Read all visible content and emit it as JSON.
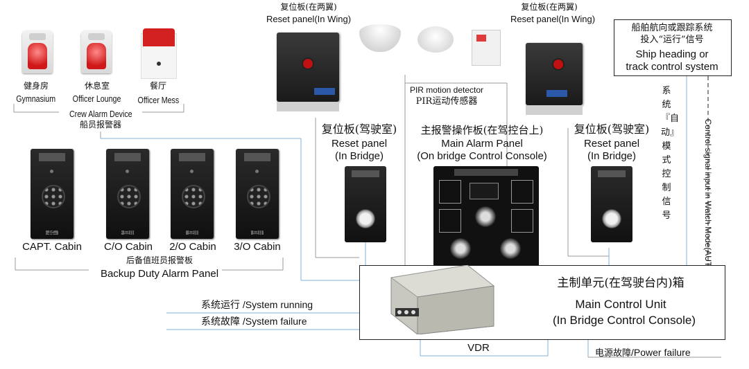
{
  "crew_alarm": {
    "gym_zh": "健身房",
    "gym_en": "Gymnasium",
    "lounge_zh": "休息室",
    "lounge_en": "Officer Lounge",
    "mess_zh": "餐厅",
    "mess_en": "Officer Mess",
    "group_en": "Crew Alarm Device",
    "group_zh": "船员报警器"
  },
  "backup_panels": {
    "capt_zh": "船长室",
    "capt_en": "CAPT. Cabin",
    "co_zh": "大副室",
    "co_en": "C/O Cabin",
    "o2_zh": "二副室",
    "o2_en": "2/O Cabin",
    "o3_zh": "三副室",
    "o3_en": "3/O Cabin",
    "group_zh": "后备值班员报警板",
    "group_en": "Backup Duty Alarm Panel"
  },
  "reset_wing_left": {
    "zh": "复位板(在两翼)",
    "en": "Reset panel(In Wing)"
  },
  "reset_wing_right": {
    "zh": "复位板(在两翼)",
    "en": "Reset panel(In Wing)"
  },
  "pir": {
    "en": "PIR motion detector",
    "zh": "PIR运动传感器"
  },
  "reset_bridge_left": {
    "zh": "复位板(驾驶室)",
    "en1": "Reset panel",
    "en2": "(In Bridge)"
  },
  "reset_bridge_right": {
    "zh": "复位板(驾驶室)",
    "en1": "Reset panel",
    "en2": "(In Bridge)"
  },
  "main_panel": {
    "zh": "主报警操作板(在驾控台上)",
    "en1": "Main Alarm Panel",
    "en2": "(On bridge Control Console)"
  },
  "ship_heading": {
    "zh1": "船舶航向或跟踪系统",
    "zh2": "投入“运行”信号",
    "en1": "Ship heading or",
    "en2": "track control system"
  },
  "vertical_zh": "系统『自动』模式控制信号",
  "vertical_en": "Control signal input in Watch Mode(AUTO)",
  "main_unit": {
    "zh": "主制单元(在驾驶台内)箱",
    "en1": "Main Control Unit",
    "en2": "(In Bridge Control Console)"
  },
  "outputs": {
    "running": "系统运行 /System running",
    "failure": "系统故障 /System failure",
    "vdr": "VDR",
    "power_zh": "电源故障",
    "power_en": "/Power failure"
  },
  "colors": {
    "line_blue": "#7fb2d8",
    "line_gray": "#9a9a9a"
  }
}
